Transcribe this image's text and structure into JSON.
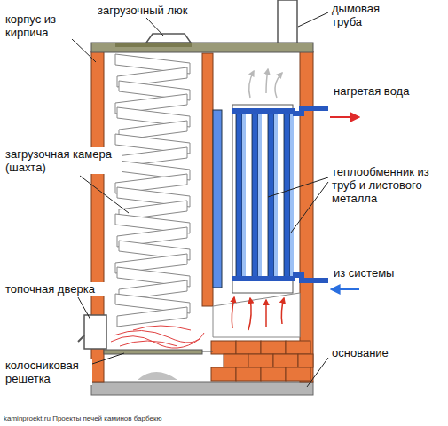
{
  "diagram": {
    "labels": [
      "загрузочный люк",
      "корпус из кирпича",
      "дымовая труба",
      "нагретая вода",
      "загрузочная камера (шахта)",
      "теплообменник из труб и листового металла",
      "из системы",
      "топочная дверка",
      "основание",
      "колосниковая решетка",
      "kaminproekt.ru Проекты печей каминов барбекю"
    ]
  }
}
